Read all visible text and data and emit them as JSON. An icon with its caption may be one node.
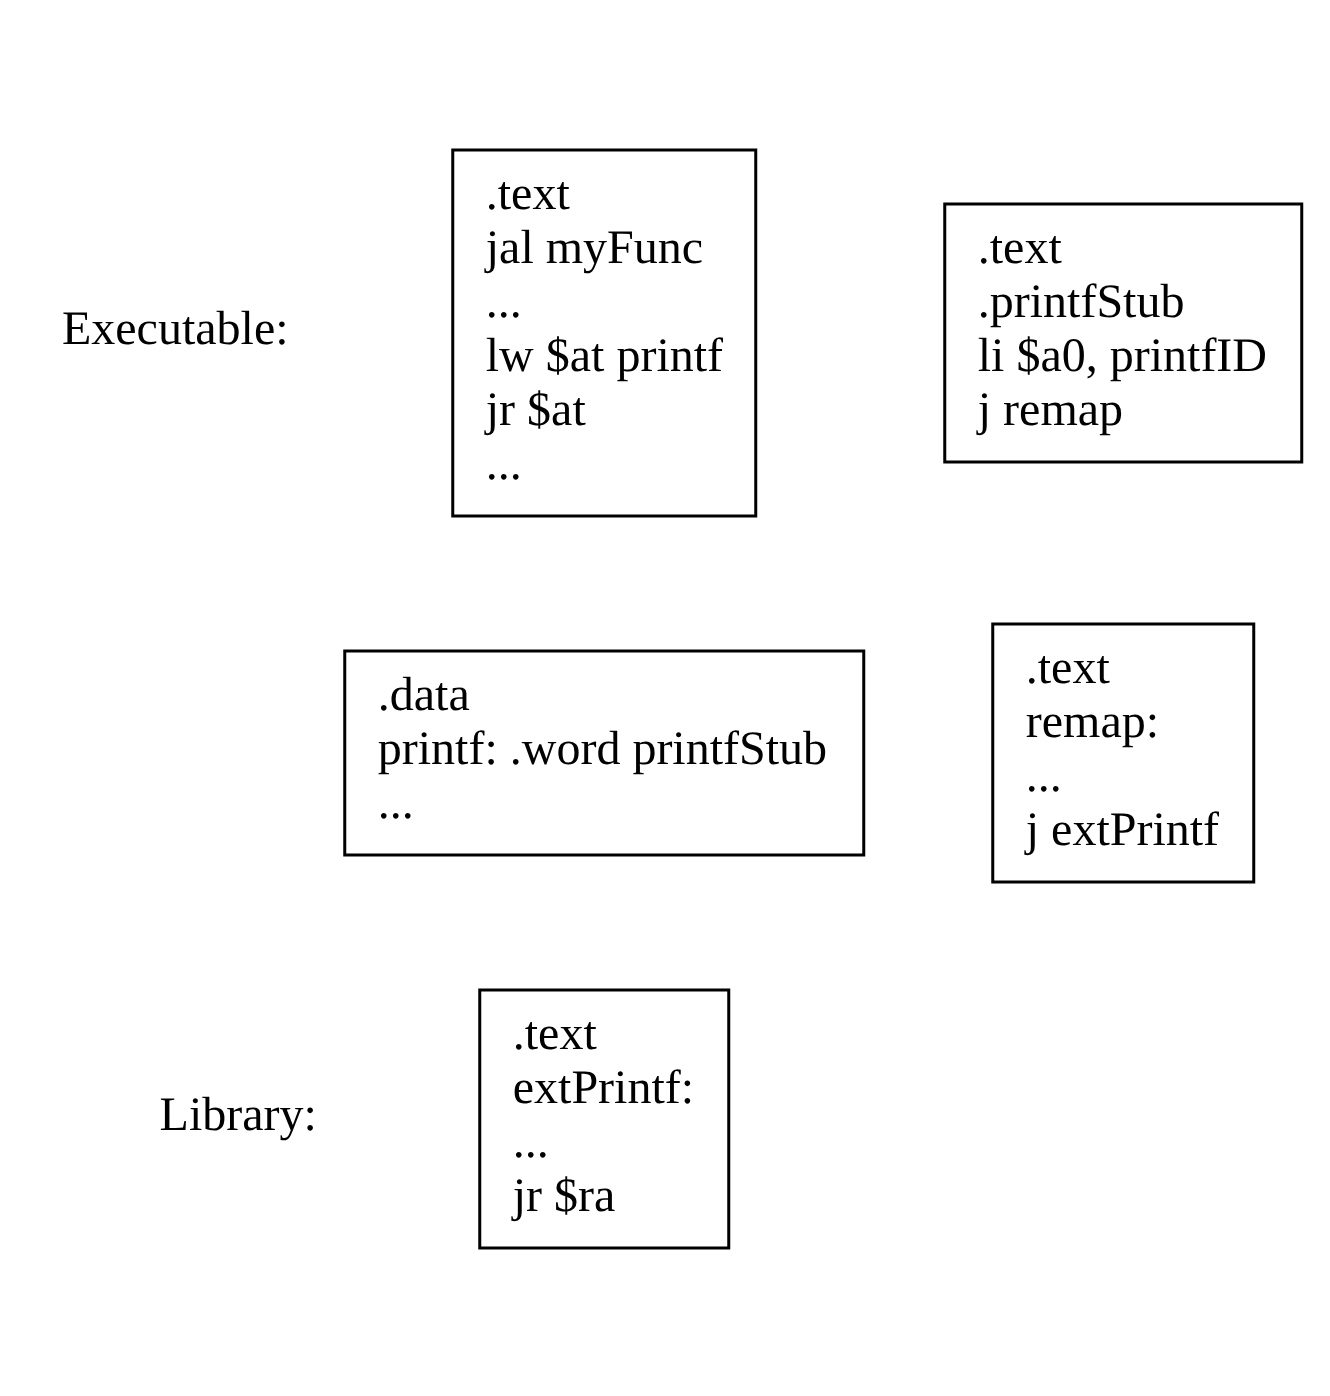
{
  "diagram": {
    "nodes": [
      {
        "text": [
          ".text",
          "jal myFunc",
          "...",
          "lw $at printf",
          "jr $at",
          "..."
        ],
        "beside": [
          "Executable:"
        ]
      },
      {
        "text": [
          ".data",
          "printf: .word printfStub",
          "..."
        ]
      },
      {
        "text": [
          ".text",
          "extPrintf:",
          "...",
          "jr $ra"
        ],
        "beside": [
          "Library:"
        ]
      },
      {
        "text": [
          ".text",
          ".printfStub",
          "li $a0, printfID",
          "j remap"
        ]
      },
      {
        "text": [
          ".text",
          "remap:",
          "...",
          "j extPrintf"
        ]
      }
    ]
  }
}
